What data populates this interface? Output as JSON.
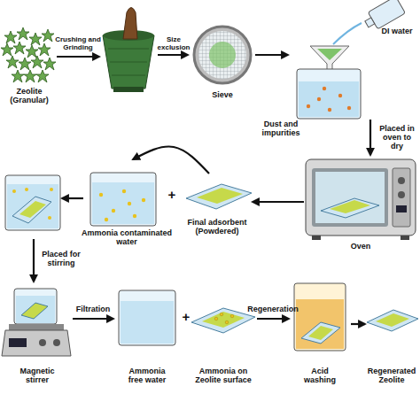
{
  "diagram": {
    "nodes": [
      {
        "text": [
          "Zeolite (Granular)"
        ]
      },
      {
        "text": [
          "Sieve"
        ]
      },
      {
        "text": [
          "Dust and impurities"
        ]
      },
      {
        "text": [
          "Oven"
        ]
      },
      {
        "text": [
          "Final adsorbent (Powdered)"
        ]
      },
      {
        "text": [
          "Ammonia contaminated water"
        ]
      },
      {
        "text": [
          "Magnetic stirrer"
        ]
      },
      {
        "text": [
          "Ammonia free water"
        ]
      },
      {
        "text": [
          "Ammonia on Zeolite surface"
        ]
      },
      {
        "text": [
          "Acid washing"
        ]
      },
      {
        "text": [
          "Regenerated Zeolite"
        ]
      }
    ],
    "edges": [
      {
        "from": 1,
        "to": 2,
        "arrow": "to"
      },
      {
        "from": 2,
        "to": 3,
        "label": "Placed in oven to dry",
        "arrow": "to"
      },
      {
        "from": 3,
        "to": 4,
        "arrow": "to"
      },
      {
        "from": 4,
        "to": 5,
        "arrow": "to"
      },
      {
        "from": 6,
        "to": 7,
        "label": "Filtration",
        "arrow": "to"
      },
      {
        "from": 8,
        "to": 9,
        "label": "Regeneration",
        "arrow": "to"
      },
      {
        "from": 9,
        "to": 10,
        "arrow": "to"
      }
    ],
    "labels": [
      "Crushing and Grinding",
      "Size exclusion",
      "DI water",
      "+",
      "Placed for stirring",
      "+"
    ]
  }
}
